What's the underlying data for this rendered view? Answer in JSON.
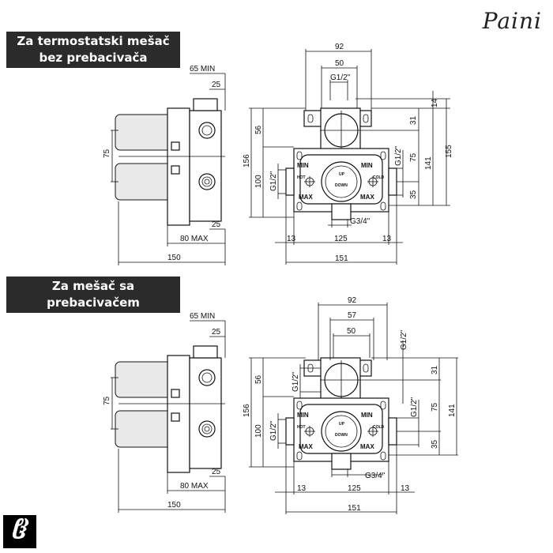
{
  "brand": "Paini",
  "corner_logo": "Paini logo",
  "panels": [
    {
      "title_lines": [
        "Za termostatski mešač",
        "bez prebacivača"
      ],
      "side": {
        "d65": "65  MIN",
        "d25a": "25",
        "d75": "75",
        "d25b": "25",
        "d80": "80  MAX",
        "d150": "150"
      },
      "front": {
        "d92": "92",
        "d50": "50",
        "g_top": "G1/2\"",
        "d14": "14",
        "d31": "31",
        "d155": "155",
        "d56": "56",
        "d156": "156",
        "d100": "100",
        "g_left": "G1/2\"",
        "d75": "75",
        "d141": "141",
        "g_right": "G1/2\"",
        "d35": "35",
        "g_bottom": "G3/4\"",
        "d13a": "13",
        "d125": "125",
        "d13b": "13",
        "d151": "151"
      }
    },
    {
      "title_lines": [
        "Za mešač sa",
        "prebacivačem"
      ],
      "side": {
        "d65": "65  MIN",
        "d25a": "25",
        "d75": "75",
        "d25b": "25",
        "d80": "80  MAX",
        "d150": "150"
      },
      "front": {
        "d92": "92",
        "d57": "57",
        "d50": "50",
        "g_top_right": "G1/2\"",
        "d31": "31",
        "d56": "56",
        "g_left_top": "G1/2\"",
        "d156": "156",
        "d100": "100",
        "g_left": "G1/2\"",
        "d75": "75",
        "d141": "141",
        "g_right": "G1/2\"",
        "d35": "35",
        "g_bottom": "G3/4\"",
        "d13a": "13",
        "d125": "125",
        "d13b": "13",
        "d151": "151"
      }
    }
  ],
  "body_labels": {
    "min": "MIN",
    "max": "MAX",
    "hot": "HOT",
    "cold": "COLD",
    "up": "UP",
    "down": "DOWN"
  }
}
